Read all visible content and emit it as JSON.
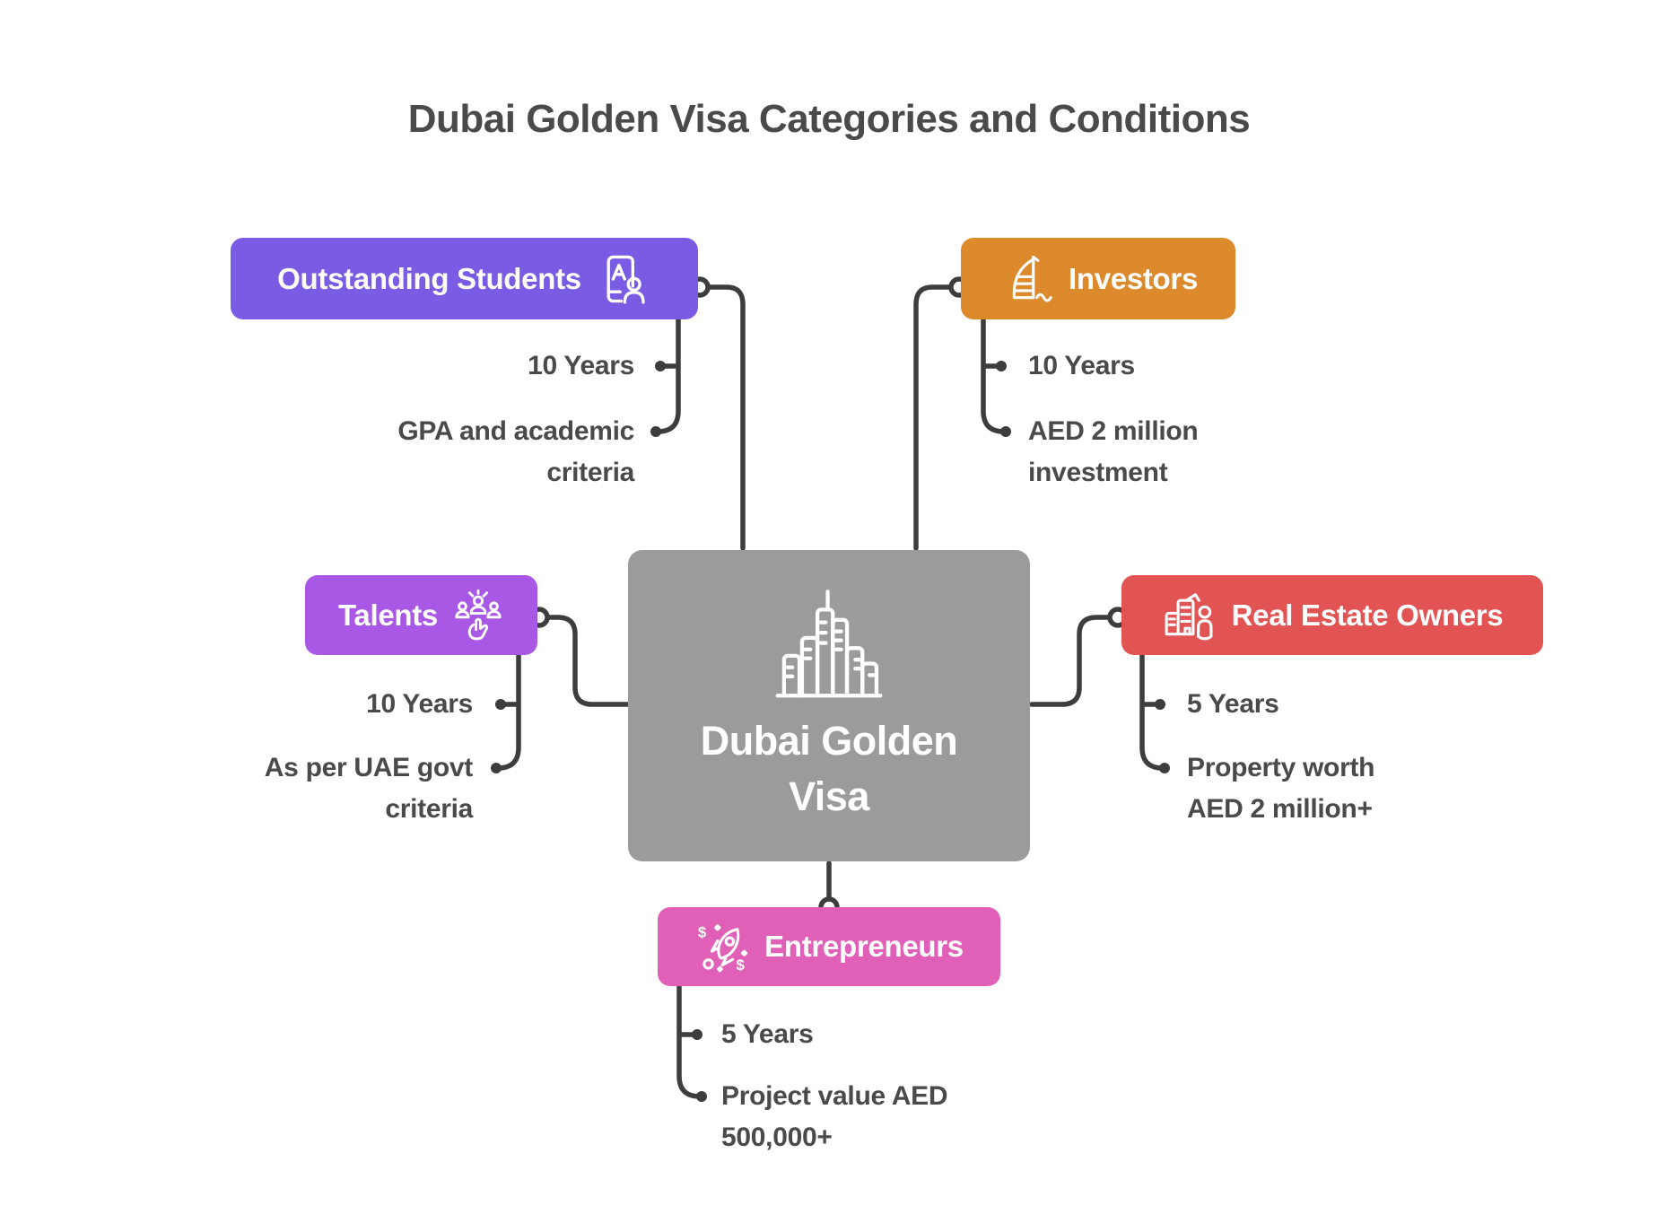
{
  "title": "Dubai Golden Visa Categories and Conditions",
  "center": {
    "label": "Dubai Golden Visa",
    "icon": "dubai-skyline-icon",
    "color": "#9b9b9b"
  },
  "categories": [
    {
      "label": "Outstanding Students",
      "icon": "student-grade-card-icon",
      "color": "#7a5be3",
      "duration": "10 Years",
      "condition": "GPA and academic criteria"
    },
    {
      "label": "Investors",
      "icon": "burj-al-arab-icon",
      "color": "#dd8a2c",
      "duration": "10 Years",
      "condition": "AED 2 million investment"
    },
    {
      "label": "Talents",
      "icon": "talents-people-icon",
      "color": "#a958e5",
      "duration": "10 Years",
      "condition": "As per UAE govt criteria"
    },
    {
      "label": "Real Estate Owners",
      "icon": "buildings-owner-icon",
      "color": "#e25353",
      "duration": "5 Years",
      "condition": "Property worth AED 2 million+"
    },
    {
      "label": "Entrepreneurs",
      "icon": "rocket-dollar-icon",
      "color": "#e05fb7",
      "duration": "5 Years",
      "condition": "Project value AED 500,000+"
    }
  ],
  "line_color": "#3d3d3d"
}
